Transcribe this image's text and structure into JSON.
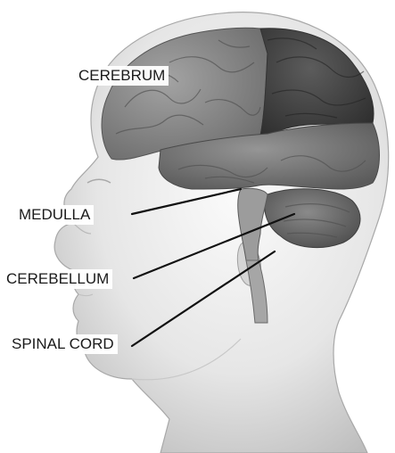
{
  "labels": {
    "cerebrum": "CEREBRUM",
    "medulla": "MEDULLA",
    "cerebellum": "CEREBELLUM",
    "spinal_cord": "SPINAL CORD"
  },
  "colors": {
    "head": "#d9d9d9",
    "frontal_lobe": "#8c8c8c",
    "parietal_lobe": "#4a4a4a",
    "temporal_lobe": "#7a7a7a",
    "cerebellum": "#6a6a6a",
    "brainstem": "#9a9a9a",
    "leader_line": "#111111"
  },
  "icons": [
    "head-silhouette",
    "brain-illustration"
  ]
}
